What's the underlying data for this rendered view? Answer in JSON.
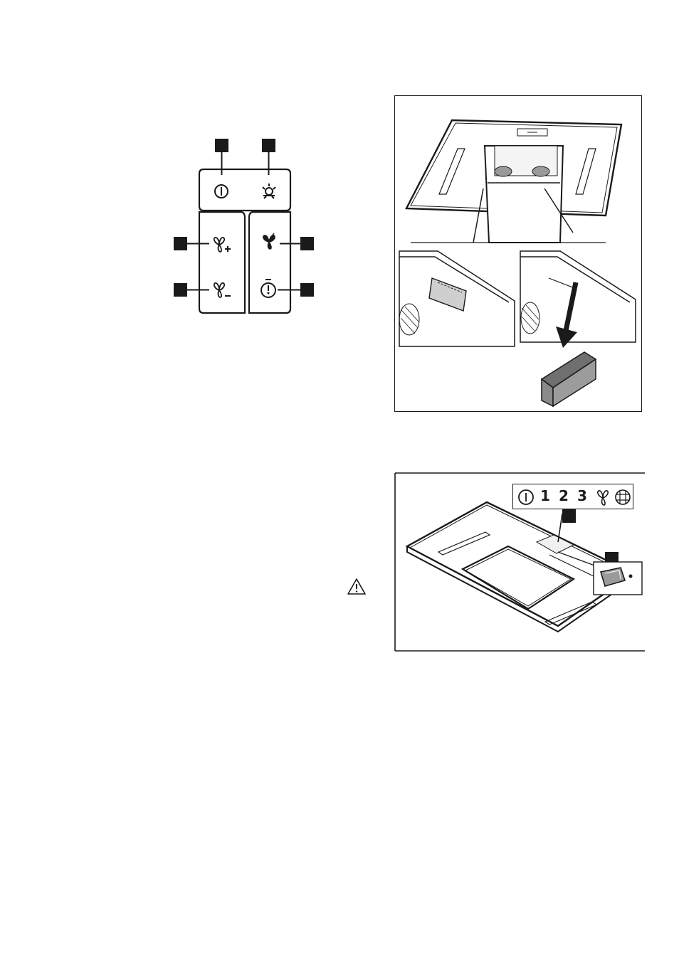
{
  "control_panel": {
    "buttons": [
      {
        "id": "on-off",
        "icon": "power-icon"
      },
      {
        "id": "light",
        "icon": "light-icon"
      },
      {
        "id": "fan-plus",
        "icon": "fan-plus-icon"
      },
      {
        "id": "fan-minus",
        "icon": "fan-minus-icon"
      },
      {
        "id": "boost",
        "icon": "fan-boost-icon"
      },
      {
        "id": "timer",
        "icon": "timer-icon"
      }
    ]
  },
  "filter_figure": {
    "icon": "hood-filter-removal-illustration"
  },
  "indicator_strip": {
    "symbols": {
      "power": "power-icon",
      "level_1": "1",
      "level_2": "2",
      "level_3": "3",
      "fan": "fan-icon",
      "grease_filter": "grease-filter-icon"
    }
  },
  "warning": {
    "icon": "warning-triangle-icon"
  }
}
